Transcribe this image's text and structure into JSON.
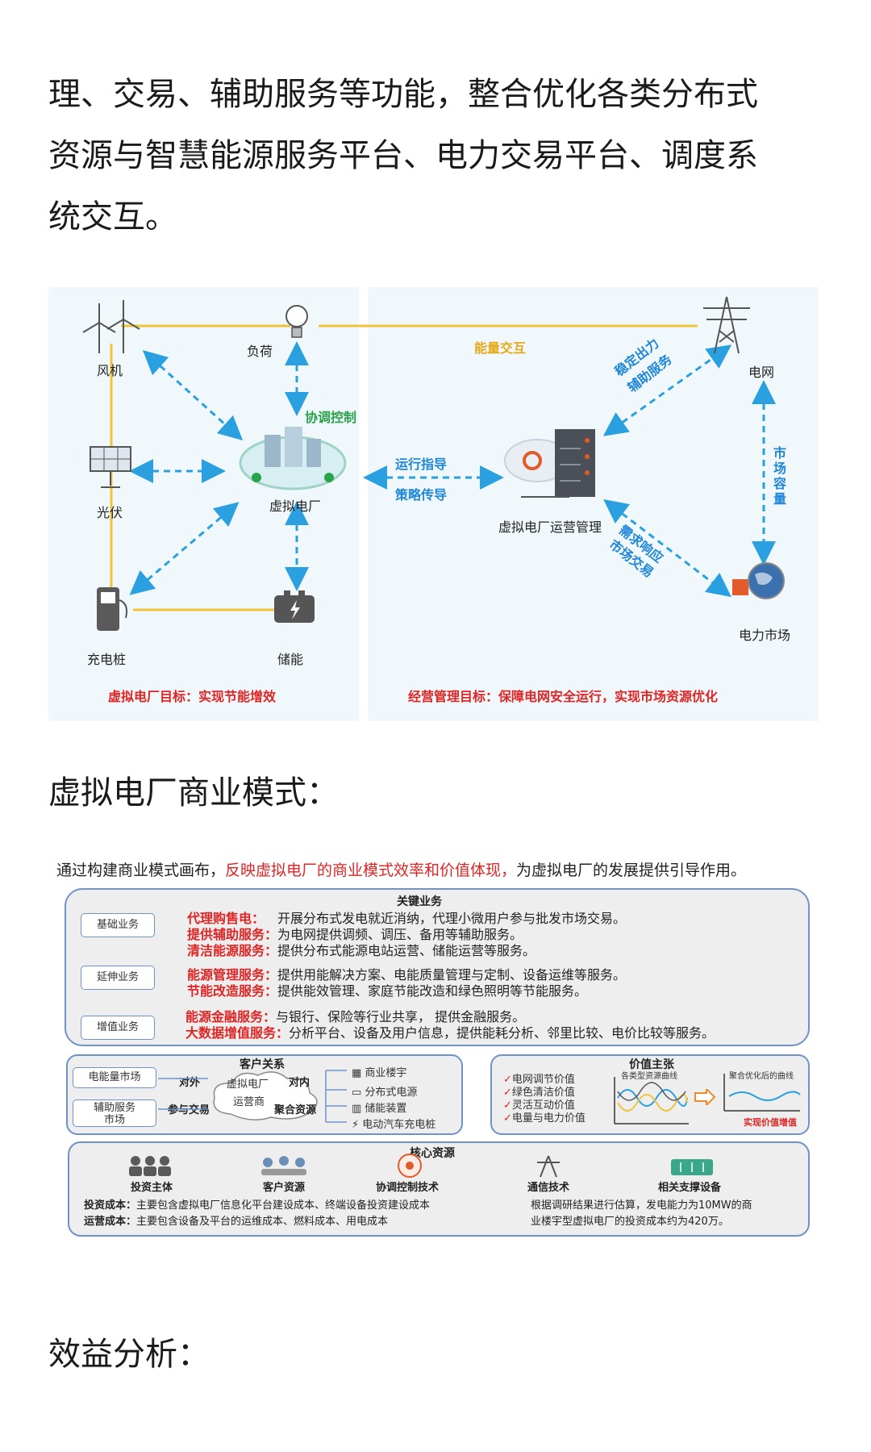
{
  "article": {
    "paragraph_lines": [
      "理、交易、辅助服务等功能，整合优化各类分布式",
      "资源与智慧能源服务平台、电力交易平台、调度系",
      "统交互。"
    ],
    "heading_business_model": "虚拟电厂商业模式：",
    "heading_benefit": "效益分析："
  },
  "figure1": {
    "nodes": {
      "wind": "风机",
      "load": "负荷",
      "solar": "光伏",
      "vpp": "虚拟电厂",
      "charger": "充电桩",
      "storage": "储能",
      "grid": "电网",
      "ops": "虚拟电厂运营管理",
      "market": "电力市场"
    },
    "edge_labels": {
      "coordination": "协调控制",
      "energy_exchange": "能量交互",
      "operation_guidance": "运行指导",
      "strategy_transfer": "策略传导",
      "stable_output_1": "稳定出力",
      "stable_output_2": "辅助服务",
      "market_capacity": "市场容量",
      "demand_response_1": "需求响应",
      "demand_response_2": "市场交易"
    },
    "goal_left": "虚拟电厂目标：实现节能增效",
    "goal_right": "经营管理目标：保障电网安全运行，实现市场资源优化",
    "colors": {
      "arrow_blue": "#2aa0e0",
      "line_yellow": "#f0c33c",
      "text_red": "#e02424",
      "text_green": "#2aa14b"
    }
  },
  "figure2": {
    "intro_prefix": "通过构建商业模式画布，",
    "intro_red": "反映虚拟电厂的商业模式效率和价值体现，",
    "intro_suffix": "为虚拟电厂的发展提供引导作用。",
    "key_business": {
      "title": "关键业务",
      "categories": [
        "基础业务",
        "延伸业务",
        "增值业务"
      ],
      "items": [
        {
          "name": "代理购售电：",
          "desc": "开展分布式发电就近消纳，代理小微用户参与批发市场交易。"
        },
        {
          "name": "提供辅助服务：",
          "desc": "为电网提供调频、调压、备用等辅助服务。"
        },
        {
          "name": "清洁能源服务：",
          "desc": "提供分布式能源电站运营、储能运营等服务。"
        },
        {
          "name": "能源管理服务：",
          "desc": "提供用能解决方案、电能质量管理与定制、设备运维等服务。"
        },
        {
          "name": "节能改造服务：",
          "desc": "提供能效管理、家庭节能改造和绿色照明等节能服务。"
        },
        {
          "name": "能源金融服务：",
          "desc": "与银行、保险等行业共享， 提供金融服务。"
        },
        {
          "name": "大数据增值服务：",
          "desc": "分析平台、设备及用户信息，提供能耗分析、邻里比较、电价比较等服务。"
        }
      ]
    },
    "customer": {
      "title": "客户关系",
      "market1": "电能量市场",
      "market2_line1": "辅助服务",
      "market2_line2": "市场",
      "external": "对外",
      "participate": "参与交易",
      "cloud_line1": "虚拟电厂",
      "cloud_line2": "运营商",
      "internal": "对内",
      "aggregate": "聚合资源",
      "resources": [
        "商业楼宇",
        "分布式电源",
        "储能装置",
        "电动汽车充电桩"
      ]
    },
    "value": {
      "title": "价值主张",
      "items": [
        "电网调节价值",
        "绿色清洁价值",
        "灵活互动价值",
        "电量与电力价值"
      ],
      "curve_before": "各类型资源曲线",
      "curve_after": "聚合优化后的曲线",
      "result": "实现价值增值"
    },
    "core": {
      "title": "核心资源",
      "resources": [
        "投资主体",
        "客户资源",
        "协调控制技术",
        "通信技术",
        "相关支撑设备"
      ],
      "invest_label": "投资成本：",
      "invest_text": "主要包含虚拟电厂信息化平台建设成本、终端设备投资建设成本",
      "ops_label": "运营成本：",
      "ops_text": "主要包含设备及平台的运维成本、燃料成本、用电成本",
      "estimate_line1": "根据调研结果进行估算，发电能力为10MW的商",
      "estimate_line2": "业楼宇型虚拟电厂的投资成本约为420万。"
    }
  }
}
